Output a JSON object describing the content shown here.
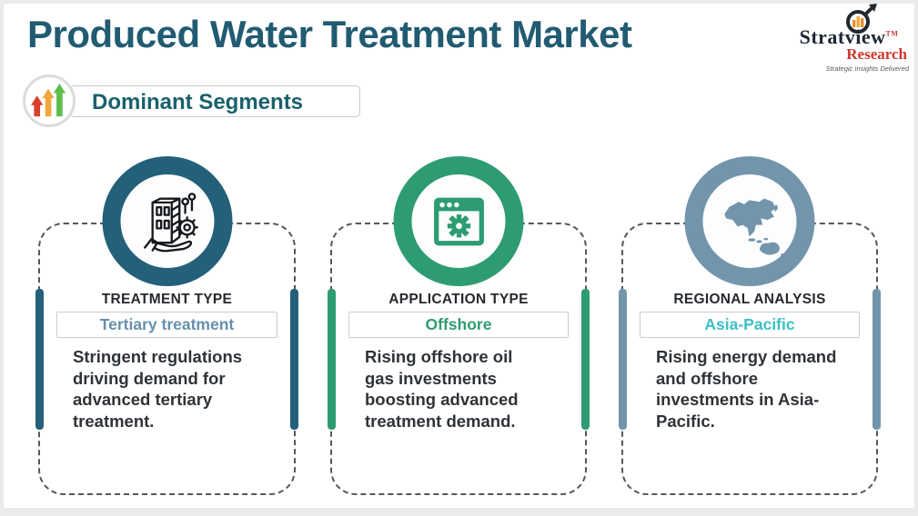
{
  "header": {
    "title": "Produced Water Treatment Market",
    "logo": {
      "brand_top": "Stratview",
      "brand_tm": "TM",
      "brand_bottom": "Research",
      "tagline": "Strategic Insights Delivered"
    }
  },
  "badge": {
    "label": "Dominant Segments"
  },
  "cards": [
    {
      "category": "TREATMENT TYPE",
      "value": "Tertiary treatment",
      "description": "Stringent regulations\ndriving demand for\nadvanced tertiary\ntreatment.",
      "accent": "#24607A",
      "value_color": "#6591AC",
      "icon": "building-gear-hand-icon"
    },
    {
      "category": "APPLICATION TYPE",
      "value": "Offshore",
      "description": "Rising offshore oil\ngas investments\nboosting advanced\ntreatment demand.",
      "accent": "#2E9C72",
      "value_color": "#2E9C72",
      "icon": "app-window-gear-icon"
    },
    {
      "category": "REGIONAL ANALYSIS",
      "value": "Asia-Pacific",
      "description": "Rising energy demand\nand offshore\ninvestments in Asia-\nPacific.",
      "accent": "#7295AC",
      "value_color": "#3DBFC6",
      "icon": "asia-pacific-map-icon"
    }
  ],
  "colors": {
    "title": "#215B72",
    "body_text": "#2F3338",
    "category_text": "#26292E",
    "badge_text": "#19616C",
    "logo_red": "#CB372B",
    "arrow_red": "#D7402F",
    "arrow_orange": "#F0A73C",
    "arrow_green": "#5FBE49"
  }
}
